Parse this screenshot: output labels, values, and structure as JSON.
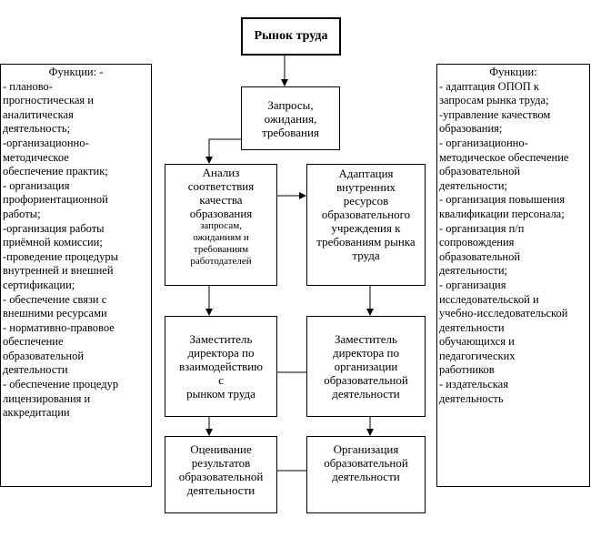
{
  "top": "Рынок труда",
  "requests": [
    "Запросы,",
    "ожидания,",
    "требования"
  ],
  "analysis": {
    "main": [
      "Анализ",
      "соответствия",
      "качества",
      "образования"
    ],
    "sub": [
      "запросам,",
      "ожиданиям и",
      "требованиям",
      "работодателей"
    ]
  },
  "adaptation": [
    "Адаптация",
    "внутренних",
    "ресурсов",
    "образовательного",
    "учреждения к",
    "требованиям рынка",
    "труда"
  ],
  "deputy_labor": [
    "Заместитель",
    "директора по",
    "взаимодействию",
    "с",
    "рынком труда"
  ],
  "deputy_org": [
    "Заместитель",
    "директора по",
    "организации",
    "образовательной",
    "деятельности"
  ],
  "evaluation": [
    "Оценивание",
    "результатов",
    "образовательной",
    "деятельности"
  ],
  "organization": [
    "Организация",
    "образовательной",
    "деятельности"
  ],
  "left_panel": {
    "heading": "Функции:  -",
    "items": [
      "- планово-\nпрогностическая  и\nаналитическая\nдеятельность;",
      "-организационно-\nметодическое\nобеспечение практик;",
      "-  организация\nпрофориентационной\nработы;",
      "-организация работы\nприёмной комиссии;",
      "-проведение процедуры\nвнутренней и внешней\nсертификации;",
      "-  обеспечение связи с\nвнешними ресурсами",
      "-  нормативно-правовое\nобеспечение\nобразовательной\nдеятельности",
      "-  обеспечение процедур\nлицензирования и\nаккредитации"
    ]
  },
  "right_panel": {
    "heading": "Функции:",
    "items": [
      "-  адаптация ОПОП к\nзапросам рынка труда;",
      "-управление качеством\nобразования;",
      "-  организационно-\nметодическое обеспечение\nобразовательной\nдеятельности;",
      "-  организация повышения\nквалификации персонала;",
      "-  организация п/п\nсопровождения\nобразовательной\nдеятельности;",
      "-  организация\nисследовательской и\nучебно-исследовательской\nдеятельности\nобучающихся и\nпедагогических\nработников",
      "-  издательская\nдеятельность"
    ]
  }
}
